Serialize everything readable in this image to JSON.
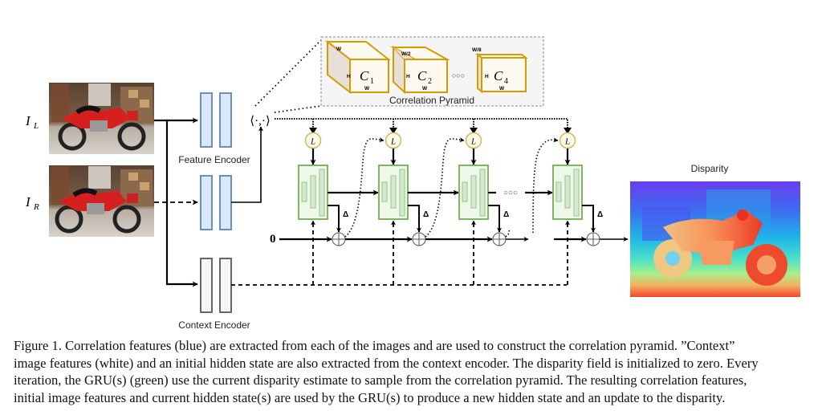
{
  "figure": {
    "inputs": {
      "left_label": "I",
      "left_sub": "L",
      "right_label": "I",
      "right_sub": "R"
    },
    "feature_encoder_label": "Feature Encoder",
    "context_encoder_label": "Context Encoder",
    "correlation_op": "⟨·,·⟩",
    "pyramid": {
      "title": "Correlation Pyramid",
      "ellipsis": "○○○",
      "levels": [
        {
          "name": "C",
          "sub": "1",
          "top_label": "W",
          "left_label": "H",
          "bottom_label": "W"
        },
        {
          "name": "C",
          "sub": "2",
          "top_label": "W/2",
          "left_label": "H",
          "bottom_label": "W"
        },
        {
          "name": "C",
          "sub": "4",
          "top_label": "W/8",
          "left_label": "H",
          "bottom_label": "W"
        }
      ]
    },
    "lookup_label": "L",
    "delta_label": "Δ",
    "initial_disparity": "0",
    "gru_ellipsis": "○○○",
    "output_label": "Disparity",
    "colors": {
      "feature_encoder_fill": "#dae8fc",
      "feature_encoder_stroke": "#6c8ebf",
      "context_encoder_fill": "#f5f5f5",
      "context_encoder_stroke": "#666666",
      "gru_fill": "#eef7ea",
      "gru_stroke": "#82b366",
      "gru_inner_fill": "#d5e8d4",
      "lookup_fill": "#fffbea",
      "lookup_stroke": "#d6b656",
      "pyramid_stroke": "#d79b00",
      "pyramid_face": "#fffaf0",
      "pyramid_side": "#e6e0d8",
      "pyramid_panel": "#f5f5f5"
    }
  },
  "caption": {
    "lines": [
      "Figure 1. Correlation features (blue) are extracted from each of the images and are used to construct the correlation pyramid.  ”Context”",
      "image features (white) and an initial hidden state are also extracted from the context encoder. The disparity field is initialized to zero. Every",
      "iteration, the GRU(s) (green) use the current disparity estimate to sample from the correlation pyramid. The resulting correlation features,",
      "initial image features and current hidden state(s) are used by the GRU(s) to produce a new hidden state and an update to the disparity."
    ]
  }
}
